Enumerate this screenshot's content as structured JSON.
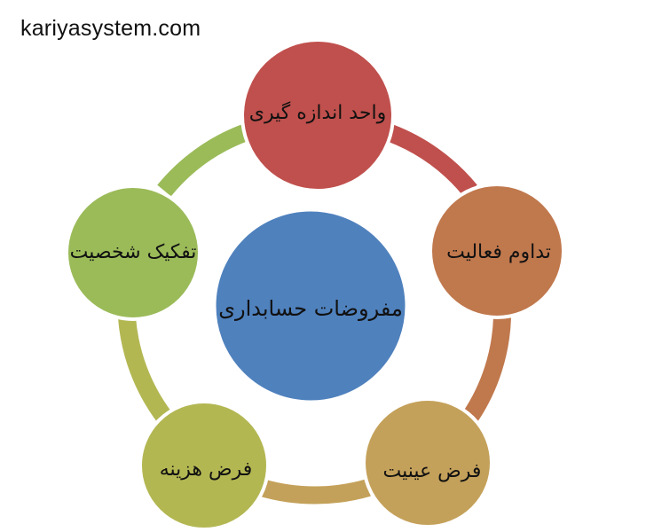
{
  "watermark": "kariyasystem.com",
  "diagram": {
    "type": "cycle-with-center",
    "center": {
      "label": "مفروضات حسابداری",
      "color": "#4f81bd"
    },
    "nodes": [
      {
        "label": "واحد اندازه گیری",
        "color": "#c0504d"
      },
      {
        "label": "تداوم فعالیت",
        "color": "#c0784d"
      },
      {
        "label": "فرض عینیت",
        "color": "#c4a15a"
      },
      {
        "label": "فرض هزینه",
        "color": "#b3b752"
      },
      {
        "label": "تفکیک شخصیت",
        "color": "#9bbb59"
      }
    ],
    "connectors": [
      {
        "from": "واحد اندازه گیری",
        "to": "تداوم فعالیت",
        "color": "#c0504d"
      },
      {
        "from": "تداوم فعالیت",
        "to": "فرض عینیت",
        "color": "#c0784d"
      },
      {
        "from": "فرض عینیت",
        "to": "فرض هزینه",
        "color": "#c4a15a"
      },
      {
        "from": "فرض هزینه",
        "to": "تفکیک شخصیت",
        "color": "#b3b752"
      },
      {
        "from": "تفکیک شخصیت",
        "to": "واحد اندازه گیری",
        "color": "#9bbb59"
      }
    ]
  }
}
